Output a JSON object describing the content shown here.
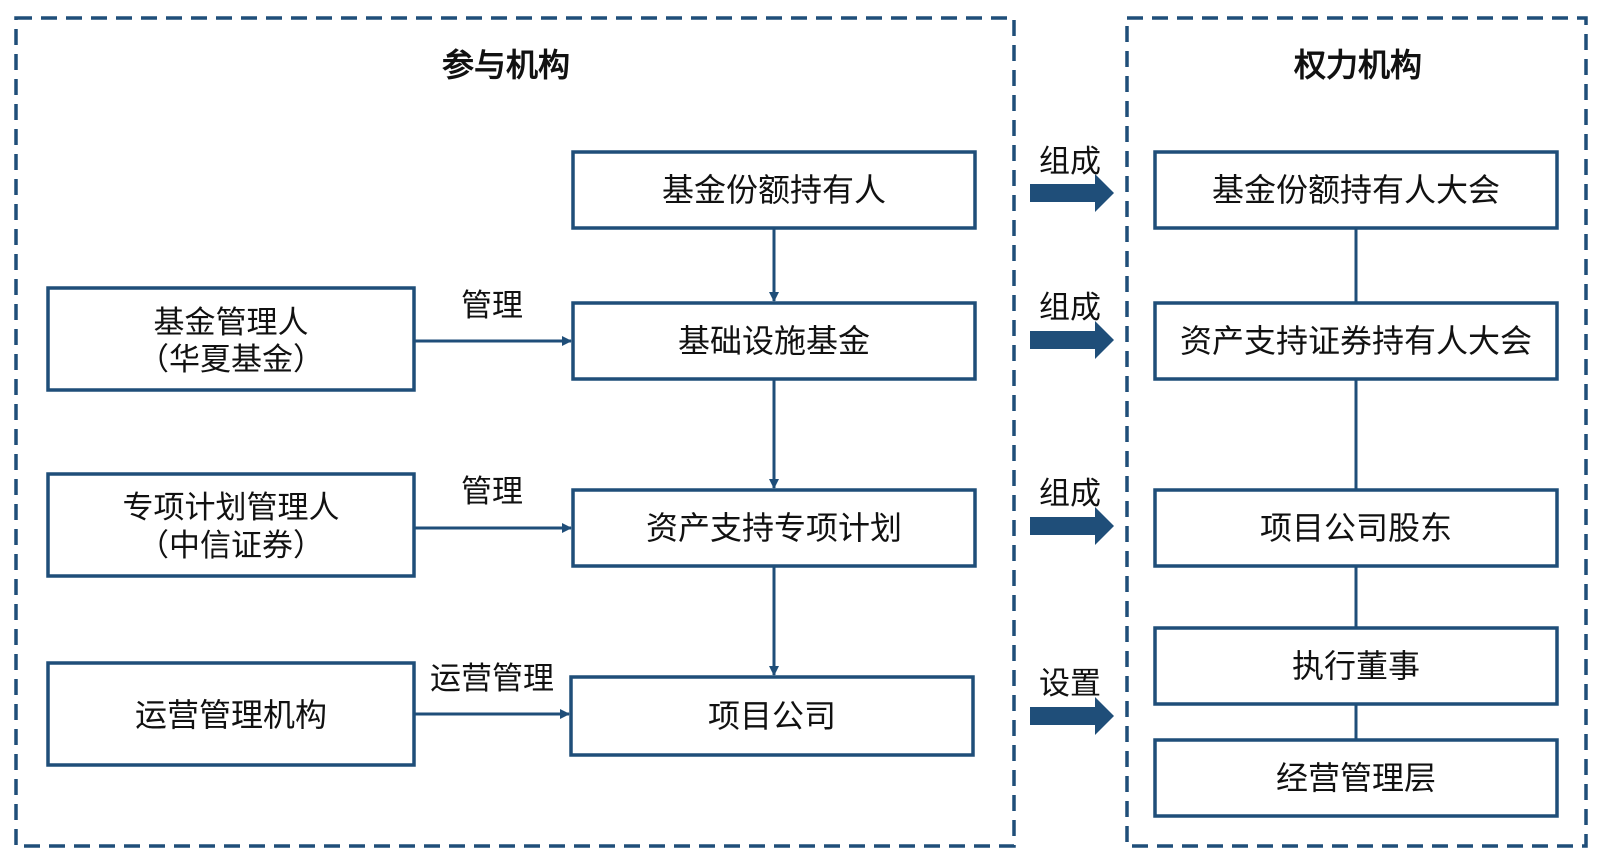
{
  "participants": {
    "title": "参与机构",
    "fund_holders": "基金份额持有人",
    "infra_fund": "基础设施基金",
    "abs_plan": "资产支持专项计划",
    "project_company": "项目公司",
    "fund_manager": {
      "line1": "基金管理人",
      "line2": "（华夏基金）"
    },
    "plan_manager": {
      "line1": "专项计划管理人",
      "line2": "（中信证券）"
    },
    "operator": "运营管理机构",
    "label_manage_1": "管理",
    "label_manage_2": "管理",
    "label_ops_manage": "运营管理"
  },
  "powers": {
    "title": "权力机构",
    "holders_meeting": "基金份额持有人大会",
    "abs_holders_meeting": "资产支持证券持有人大会",
    "shareholder": "项目公司股东",
    "exec_director": "执行董事",
    "management": "经营管理层"
  },
  "relations": {
    "r1": "组成",
    "r2": "组成",
    "r3": "组成",
    "r4": "设置"
  },
  "colors": {
    "stroke": "#1f4e79",
    "text": "#111111"
  }
}
